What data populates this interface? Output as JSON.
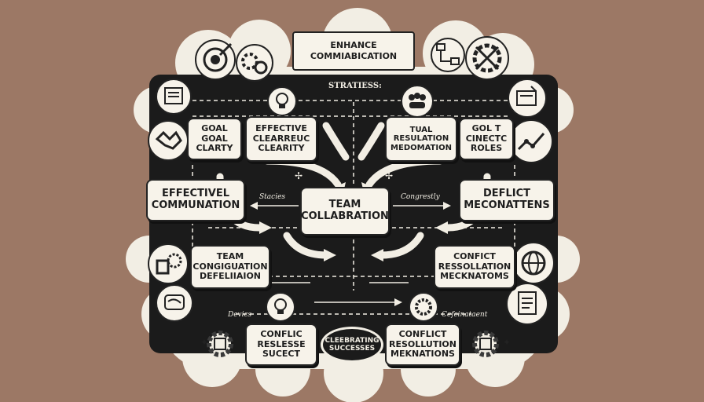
{
  "banner": [
    "ENHANCE",
    "COMMIABICATION"
  ],
  "subtitle": "STRATIESS:",
  "center": [
    "TEAM",
    "COLLABRATION"
  ],
  "left_main": [
    "EFFECTIVEL",
    "COMMUNATION"
  ],
  "right_main": [
    "DEFLICT",
    "MECONATTENS"
  ],
  "left_arrow_label": "Stacies",
  "right_arrow_label": "Congrestly",
  "top_row": {
    "goal": [
      "GOAL",
      "GOAL",
      "CLARTY"
    ],
    "effective": [
      "EFFECTIVE",
      "CLEARREUC",
      "CLEARITY"
    ],
    "tual": [
      "TUAL",
      "RESULATION",
      "MEDOMATION"
    ],
    "golt": [
      "GOL T",
      "CINECTC",
      "ROLES"
    ]
  },
  "mid_row": {
    "team": [
      "TEAM",
      "CONGIGUATION",
      "DEFELIIAION"
    ],
    "conflict": [
      "CONFICT",
      "RESSOLLATION",
      "MECKNATOMS"
    ]
  },
  "bottom_row": {
    "conflic": [
      "CONFLIC",
      "RESLESSE",
      "SUCECT"
    ],
    "celebrating": [
      "CLEEBRATING",
      "SUCCESSES"
    ],
    "conflict2": [
      "CONFLICT",
      "RESOLLUTION",
      "MEKNATIONS"
    ]
  },
  "bottom_left_label": "Devics",
  "bottom_right_label": "Cefcinataent",
  "colors": {
    "background": "#9c7865",
    "board": "#1b1b1b",
    "cloud": "#f2eee4",
    "card": "#f7f3ea",
    "ink": "#222222"
  }
}
